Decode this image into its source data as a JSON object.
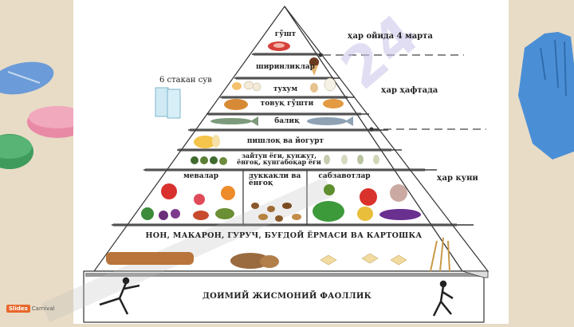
{
  "slide": {
    "tiers": {
      "meat": "гўшт",
      "sweets": "ширинликлар",
      "eggs": "тухум",
      "poultry": "товуқ гўшти",
      "fish": "балиқ",
      "dairy": "пишлоқ ва йогурт",
      "oils": "зайтун ёғи, кунжут, ёнғоқ, кунгабоқар ёғи",
      "fruits": "мевалар",
      "legumes": "дуккакли ва ёнғоқ",
      "vegetables": "сабзавотлар",
      "grains": "НОН, МАКАРОН, ГУРУЧ, БУҒДОЙ ЁРМАСИ ВА КАРТОШКА",
      "activity": "ДОИМИЙ ЖИСМОНИЙ ФАОЛЛИК"
    },
    "notes": {
      "monthly": "ҳар ойида 4 марта",
      "weekly": "ҳар ҳафтада",
      "daily": "ҳар куни",
      "water": "6 стакан сув"
    },
    "watermark": "24",
    "colors": {
      "accent": "#4a8fd6",
      "watermark": "#c9c3ea",
      "pill_blue": "#6b9bd8",
      "pill_pink": "#e88aa6",
      "pill_green": "#3f9b5c",
      "brand": "#e8672a"
    }
  },
  "footer": {
    "brand_box": "Slides",
    "brand_rest": "Carnival"
  }
}
